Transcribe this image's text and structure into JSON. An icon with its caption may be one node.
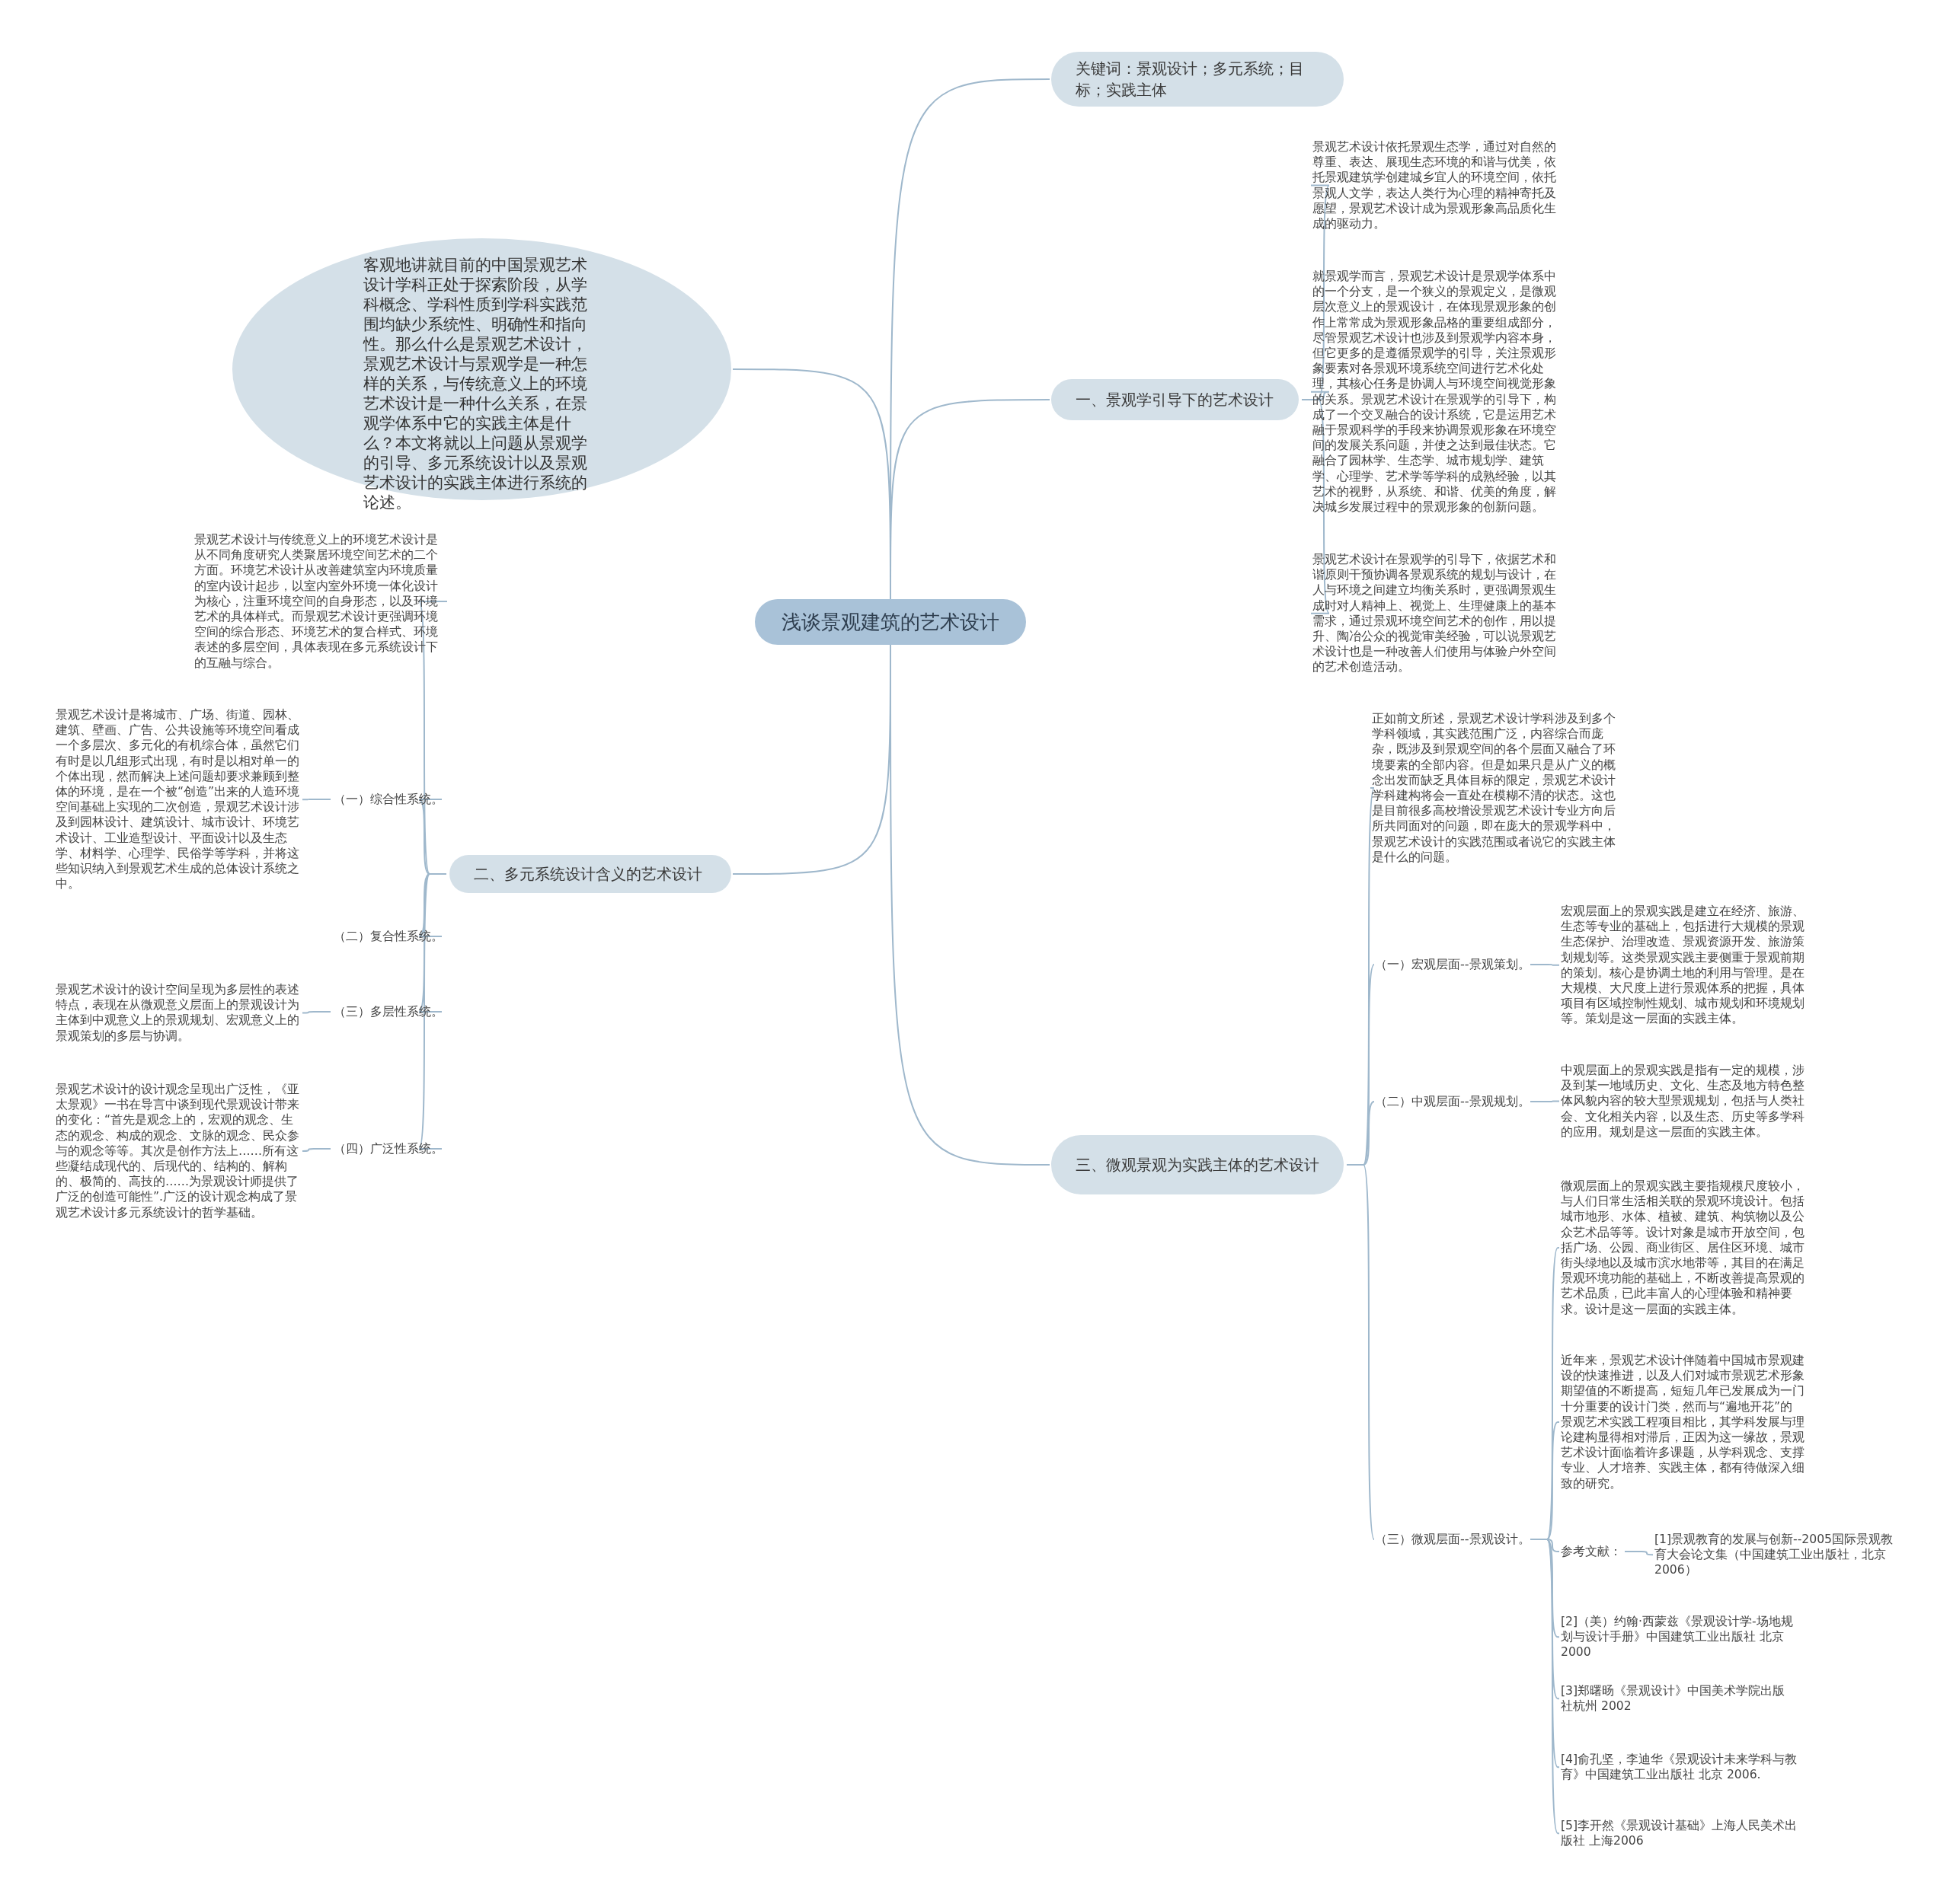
{
  "diagram": {
    "nodes": [
      {
        "text": [
          "浅谈景观建筑的艺术设计"
        ]
      },
      {
        "text": [
          "关键词：景观设计；多元系统；目标；实践主体"
        ]
      },
      {
        "text": [
          "一、景观学引导下的艺术设计"
        ]
      },
      {
        "text": [
          "景观艺术设计依托景观生态学，通过对自然的尊重、表达、展现生态环境的和谐与优美，依托景观建筑学创建城乡宜人的环境空间，依托景观人文学，表达人类行为心理的精神寄托及愿望，景观艺术设计成为景观形象高品质化生成的驱动力。"
        ]
      },
      {
        "text": [
          "就景观学而言，景观艺术设计是景观学体系中的一个分支，是一个狭义的景观定义，是微观层次意义上的景观设计，在体现景观形象的创作上常常成为景观形象品格的重要组成部分，尽管景观艺术设计也涉及到景观学内容本身，但它更多的是遵循景观学的引导，关注景观形象要素对各景观环境系统空间进行艺术化处理，其核心任务是协调人与环境空间视觉形象的关系。景观艺术设计在景观学的引导下，构成了一个交叉融合的设计系统，它是运用艺术融于景观科学的手段来协调景观形象在环境空间的发展关系问题，并使之达到最佳状态。它融合了园林学、生态学、城市规划学、建筑学、心理学、艺术学等学科的成熟经验，以其艺术的视野，从系统、和谐、优美的角度，解决城乡发展过程中的景观形象的创新问题。"
        ]
      },
      {
        "text": [
          "景观艺术设计在景观学的引导下，依据艺术和谐原则干预协调各景观系统的规划与设计，在人与环境之间建立均衡关系时，更强调景观生成时对人精神上、视觉上、生理健康上的基本需求，通过景观环境空间艺术的创作，用以提升、陶冶公众的视觉审美经验，可以说景观艺术设计也是一种改善人们使用与体验户外空间的艺术创造活动。"
        ]
      },
      {
        "text": [
          "客观地讲就目前的中国景观艺术设计学科正处于探索阶段，从学科概念、学科性质到学科实践范围均缺少系统性、明确性和指向性。那么什么是景观艺术设计，景观艺术设计与景观学是一种怎样的关系，与传统意义上的环境艺术设计是一种什么关系，在景观学体系中它的实践主体是什么？本文将就以上问题从景观学的引导、多元系统设计以及景观艺术设计的实践主体进行系统的论述。"
        ]
      },
      {
        "text": [
          "二、多元系统设计含义的艺术设计"
        ]
      },
      {
        "text": [
          "景观艺术设计与传统意义上的环境艺术设计是从不同角度研究人类聚居环境空间艺术的二个方面。环境艺术设计从改善建筑室内环境质量的室内设计起步，以室内室外环境一体化设计为核心，注重环境空间的自身形态，以及环境艺术的具体样式。而景观艺术设计更强调环境空间的综合形态、环境艺术的复合样式、环境表述的多层空间，具体表现在多元系统设计下的互融与综合。"
        ]
      },
      {
        "text": [
          "（一）综合性系统。"
        ]
      },
      {
        "text": [
          "景观艺术设计是将城市、广场、街道、园林、建筑、壁画、广告、公共设施等环境空间看成一个多层次、多元化的有机综合体，虽然它们有时是以几组形式出现，有时是以相对单一的个体出现，然而解决上述问题却要求兼顾到整体的环境，是在一个被“创造”出来的人造环境空间基础上实现的二次创造，景观艺术设计涉及到园林设计、建筑设计、城市设计、环境艺术设计、工业造型设计、平面设计以及生态学、材料学、心理学、民俗学等学科，并将这些知识纳入到景观艺术生成的总体设计系统之中。"
        ]
      },
      {
        "text": [
          "（二）复合性系统。"
        ]
      },
      {
        "text": [
          "（三）多层性系统。"
        ]
      },
      {
        "text": [
          "景观艺术设计的设计空间呈现为多层性的表述特点，表现在从微观意义层面上的景观设计为主体到中观意义上的景观规划、宏观意义上的景观策划的多层与协调。"
        ]
      },
      {
        "text": [
          "（四）广泛性系统。"
        ]
      },
      {
        "text": [
          "景观艺术设计的设计观念呈现出广泛性，《亚太景观》一书在导言中谈到现代景观设计带来的变化：“首先是观念上的，宏观的观念、生态的观念、构成的观念、文脉的观念、民众参与的观念等等。其次是创作方法上……所有这些凝结成现代的、后现代的、结构的、解构的、极简的、高技的……为景观设计师提供了广泛的创造可能性”.广泛的设计观念构成了景观艺术设计多元系统设计的哲学基础。"
        ]
      },
      {
        "text": [
          "三、微观景观为实践主体的艺术设计"
        ]
      },
      {
        "text": [
          "正如前文所述，景观艺术设计学科涉及到多个学科领域，其实践范围广泛，内容综合而庞杂，既涉及到景观空间的各个层面又融合了环境要素的全部内容。但是如果只是从广义的概念出发而缺乏具体目标的限定，景观艺术设计学科建构将会一直处在模糊不清的状态。这也是目前很多高校增设景观艺术设计专业方向后所共同面对的问题，即在庞大的景观学科中，景观艺术设计的实践范围或者说它的实践主体是什么的问题。"
        ]
      },
      {
        "text": [
          "（一）宏观层面--景观策划。"
        ]
      },
      {
        "text": [
          "宏观层面上的景观实践是建立在经济、旅游、生态等专业的基础上，包括进行大规模的景观生态保护、治理改造、景观资源开发、旅游策划规划等。这类景观实践主要侧重于景观前期的策划。核心是协调土地的利用与管理。是在大规模、大尺度上进行景观体系的把握，具体项目有区域控制性规划、城市规划和环境规划等。策划是这一层面的实践主体。"
        ]
      },
      {
        "text": [
          "（二）中观层面--景观规划。"
        ]
      },
      {
        "text": [
          "中观层面上的景观实践是指有一定的规模，涉及到某一地域历史、文化、生态及地方特色整体风貌内容的较大型景观规划，包括与人类社会、文化相关内容，以及生态、历史等多学科的应用。规划是这一层面的实践主体。"
        ]
      },
      {
        "text": [
          "（三）微观层面--景观设计。"
        ]
      },
      {
        "text": [
          "微观层面上的景观实践主要指规模尺度较小，与人们日常生活相关联的景观环境设计。包括城市地形、水体、植被、建筑、构筑物以及公众艺术品等等。设计对象是城市开放空间，包括广场、公园、商业街区、居住区环境、城市街头绿地以及城市滨水地带等，其目的在满足景观环境功能的基础上，不断改善提高景观的艺术品质，已此丰富人的心理体验和精神要求。设计是这一层面的实践主体。"
        ]
      },
      {
        "text": [
          "近年来，景观艺术设计伴随着中国城市景观建设的快速推进，以及人们对城市景观艺术形象期望值的不断提高，短短几年已发展成为一门十分重要的设计门类，然而与“遍地开花”的景观艺术实践工程项目相比，其学科发展与理论建构显得相对滞后，正因为这一缘故，景观艺术设计面临着许多课题，从学科观念、支撑专业、人才培养、实践主体，都有待做深入细致的研究。"
        ]
      },
      {
        "text": [
          "参考文献："
        ]
      },
      {
        "text": [
          "[1]景观教育的发展与创新--2005国际景观教育大会论文集（中国建筑工业出版社，北京2006）"
        ]
      },
      {
        "text": [
          "[2]（美）约翰·西蒙兹《景观设计学-场地规划与设计手册》中国建筑工业出版社 北京 2000"
        ]
      },
      {
        "text": [
          "[3]郑曙旸《景观设计》中国美术学院出版社杭州 2002"
        ]
      },
      {
        "text": [
          "[4]俞孔坚，李迪华《景观设计未来学科与教育》中国建筑工业出版社 北京 2006."
        ]
      },
      {
        "text": [
          "[5]李开然《景观设计基础》上海人民美术出版社 上海2006"
        ]
      }
    ],
    "edges": [
      {
        "from": 0,
        "to": 1,
        "arrow": "none"
      },
      {
        "from": 0,
        "to": 2,
        "arrow": "none"
      },
      {
        "from": 0,
        "to": 6,
        "arrow": "none"
      },
      {
        "from": 0,
        "to": 7,
        "arrow": "none"
      },
      {
        "from": 0,
        "to": 16,
        "arrow": "none"
      },
      {
        "from": 2,
        "to": 3,
        "arrow": "none"
      },
      {
        "from": 2,
        "to": 4,
        "arrow": "none"
      },
      {
        "from": 2,
        "to": 5,
        "arrow": "none"
      },
      {
        "from": 7,
        "to": 8,
        "arrow": "none"
      },
      {
        "from": 7,
        "to": 9,
        "arrow": "none"
      },
      {
        "from": 7,
        "to": 11,
        "arrow": "none"
      },
      {
        "from": 7,
        "to": 12,
        "arrow": "none"
      },
      {
        "from": 7,
        "to": 14,
        "arrow": "none"
      },
      {
        "from": 9,
        "to": 10,
        "arrow": "none"
      },
      {
        "from": 12,
        "to": 13,
        "arrow": "none"
      },
      {
        "from": 14,
        "to": 15,
        "arrow": "none"
      },
      {
        "from": 16,
        "to": 17,
        "arrow": "none"
      },
      {
        "from": 16,
        "to": 18,
        "arrow": "none"
      },
      {
        "from": 16,
        "to": 20,
        "arrow": "none"
      },
      {
        "from": 16,
        "to": 22,
        "arrow": "none"
      },
      {
        "from": 18,
        "to": 19,
        "arrow": "none"
      },
      {
        "from": 20,
        "to": 21,
        "arrow": "none"
      },
      {
        "from": 22,
        "to": 23,
        "arrow": "none"
      },
      {
        "from": 22,
        "to": 24,
        "arrow": "none"
      },
      {
        "from": 22,
        "to": 25,
        "arrow": "none"
      },
      {
        "from": 22,
        "to": 27,
        "arrow": "none"
      },
      {
        "from": 22,
        "to": 28,
        "arrow": "none"
      },
      {
        "from": 22,
        "to": 29,
        "arrow": "none"
      },
      {
        "from": 22,
        "to": 30,
        "arrow": "none"
      },
      {
        "from": 25,
        "to": 26,
        "arrow": "none"
      }
    ]
  }
}
